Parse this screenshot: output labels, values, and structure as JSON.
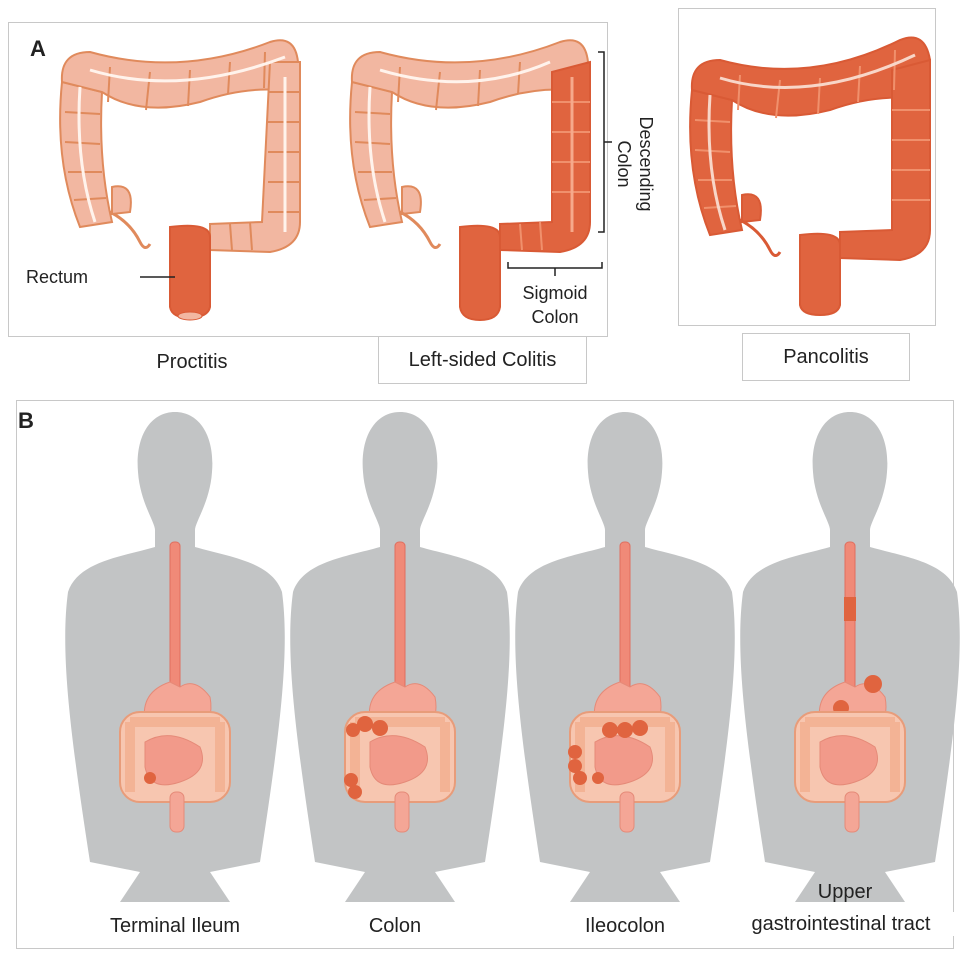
{
  "panel_a": {
    "letter": "A",
    "proctitis": {
      "caption": "Proctitis",
      "rectum_label": "Rectum"
    },
    "left_sided": {
      "caption": "Left-sided Colitis",
      "descending_label": "Descending Colon",
      "sigmoid_label_line1": "Sigmoid",
      "sigmoid_label_line2": "Colon"
    },
    "pancolitis": {
      "caption": "Pancolitis"
    }
  },
  "panel_b": {
    "letter": "B",
    "figures": [
      {
        "caption": "Terminal Ileum"
      },
      {
        "caption": "Colon"
      },
      {
        "caption": "Ileocolon"
      },
      {
        "caption_line1": "Upper",
        "caption_line2": "gastrointestinal tract"
      }
    ]
  },
  "colors": {
    "healthy_colon": "#f2b7a1",
    "inflamed_colon": "#e0643f",
    "colon_outline": "#e08a5c",
    "silhouette": "#c2c4c5",
    "esophagus": "#f08a78",
    "organ_pink": "#f4a696"
  }
}
